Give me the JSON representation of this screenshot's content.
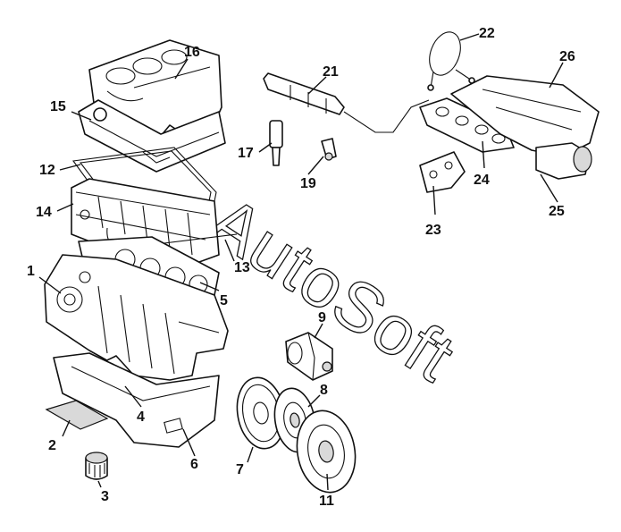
{
  "watermark": "AutoSoft",
  "callouts": {
    "c1": "1",
    "c2": "2",
    "c3": "3",
    "c4": "4",
    "c5": "5",
    "c6": "6",
    "c7": "7",
    "c8": "8",
    "c9": "9",
    "c11": "11",
    "c12": "12",
    "c13": "13",
    "c14": "14",
    "c15": "15",
    "c16": "16",
    "c17": "17",
    "c19": "19",
    "c21": "21",
    "c22": "22",
    "c23": "23",
    "c24": "24",
    "c25": "25",
    "c26": "26"
  }
}
